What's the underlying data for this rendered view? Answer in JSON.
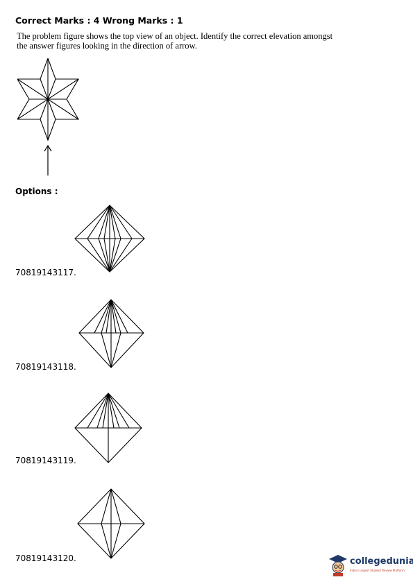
{
  "header": {
    "marks": "Correct Marks : 4 Wrong Marks : 1"
  },
  "question": {
    "line1": "The problem figure shows the top view of an object.  Identify the correct elevation amongst",
    "line2": "the answer figures looking in the direction of arrow."
  },
  "options_label": "Options :",
  "options": [
    {
      "id": "70819143117."
    },
    {
      "id": "70819143118."
    },
    {
      "id": "70819143119."
    },
    {
      "id": "70819143120."
    }
  ],
  "brand": {
    "name": "collegedunia",
    "tagline": "India's largest Student Review Platform",
    "accent": "#1f3a68",
    "secondary": "#c0392b"
  }
}
